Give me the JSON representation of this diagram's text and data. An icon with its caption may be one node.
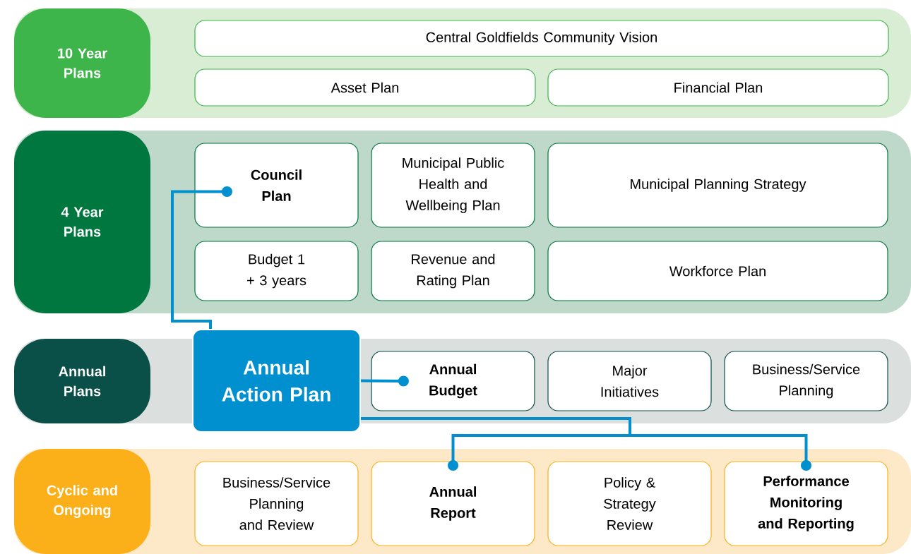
{
  "diagram": {
    "nodes": [
      {
        "text": [
          "10 Year Plans"
        ]
      },
      {
        "text": [
          "Central Goldfields Community Vision"
        ],
        "in": 0
      },
      {
        "text": [
          "Asset Plan"
        ],
        "in": 0
      },
      {
        "text": [
          "Financial Plan"
        ],
        "in": 0
      },
      {
        "text": [
          "4 Year Plans"
        ]
      },
      {
        "text": [
          "Council Plan"
        ],
        "in": 4
      },
      {
        "text": [
          "Municipal Public Health and Wellbeing Plan"
        ],
        "in": 4
      },
      {
        "text": [
          "Municipal Planning Strategy"
        ],
        "in": 4
      },
      {
        "text": [
          "Budget 1 + 3 years"
        ],
        "in": 4
      },
      {
        "text": [
          "Revenue and Rating Plan"
        ],
        "in": 4
      },
      {
        "text": [
          "Workforce Plan"
        ],
        "in": 4
      },
      {
        "text": [
          "Annual Plans"
        ]
      },
      {
        "text": [
          "Annual Action Plan"
        ]
      },
      {
        "text": [
          "Annual Budget"
        ],
        "in": 11
      },
      {
        "text": [
          "Major Initiatives"
        ],
        "in": 11
      },
      {
        "text": [
          "Business/Service Planning"
        ],
        "in": 11
      },
      {
        "text": [
          "Cyclic and Ongoing"
        ]
      },
      {
        "text": [
          "Business/Service Planning and Review"
        ],
        "in": 16
      },
      {
        "text": [
          "Annual Report"
        ],
        "in": 16
      },
      {
        "text": [
          "Policy & Strategy Review"
        ],
        "in": 16
      },
      {
        "text": [
          "Performance Monitoring and Reporting"
        ],
        "in": 16
      }
    ],
    "edges": [
      {
        "from": 12,
        "to": 5,
        "arrow": "other"
      },
      {
        "from": 12,
        "to": 13,
        "arrow": "other"
      },
      {
        "from": 12,
        "to": 18,
        "arrow": "other"
      },
      {
        "from": 12,
        "to": 20,
        "arrow": "other"
      }
    ]
  }
}
